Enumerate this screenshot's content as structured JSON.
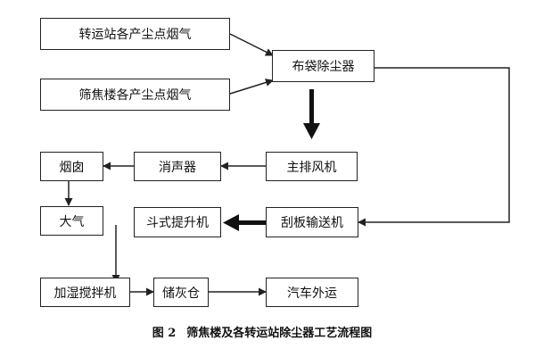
{
  "nodes": {
    "zhuanyun": "转运站各产尘点烟气",
    "shaijiao": "筛焦楼各产尘点烟气",
    "budai": "布袋除尘器",
    "zhupaifeng": "主排风机",
    "xiaosheng": "消声器",
    "yancong": "烟囱",
    "daqi": "大气",
    "guaban": "刮板输送机",
    "doushi": "斗式提升机",
    "jiashi": "加湿搅拌机",
    "chuhui": "储灰仓",
    "qiche": "汽车外运"
  },
  "caption": {
    "figure_number": "图 2",
    "title": "筛焦楼及各转运站除尘器工艺流程图"
  }
}
